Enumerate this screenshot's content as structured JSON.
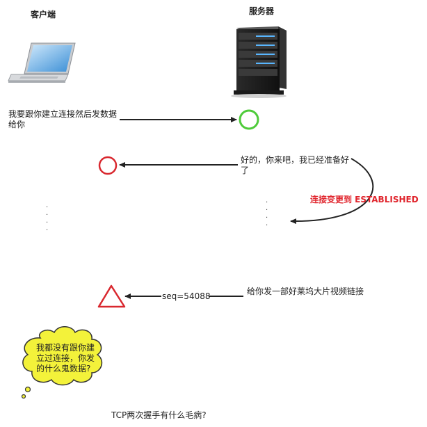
{
  "client": {
    "title": "客户端",
    "icon": "laptop-icon"
  },
  "server": {
    "title": "服务器",
    "icon": "server-tower-icon"
  },
  "messages": {
    "client_request": "我要跟你建立连接然后发数据给你",
    "server_reply": "好的，你来吧，我已经准备好了",
    "state_change": "连接变更到 ESTABLISHED",
    "server_send": "给你发一部好莱坞大片视频链接",
    "seq": "seq=54088"
  },
  "bubble": {
    "text": "我都没有跟你建立过连接，你发的什么鬼数据?"
  },
  "caption": "TCP两次握手有什么毛病?",
  "colors": {
    "ok_green": "#4ecb3a",
    "error_red": "#d9282f",
    "state_red": "#e0242c",
    "bubble_yellow": "#f3f23a",
    "arrow": "#222222"
  },
  "markers": {
    "server_ok": "green-circle-icon",
    "client_reject": "red-circle-icon",
    "client_warning": "red-triangle-warning-icon"
  }
}
